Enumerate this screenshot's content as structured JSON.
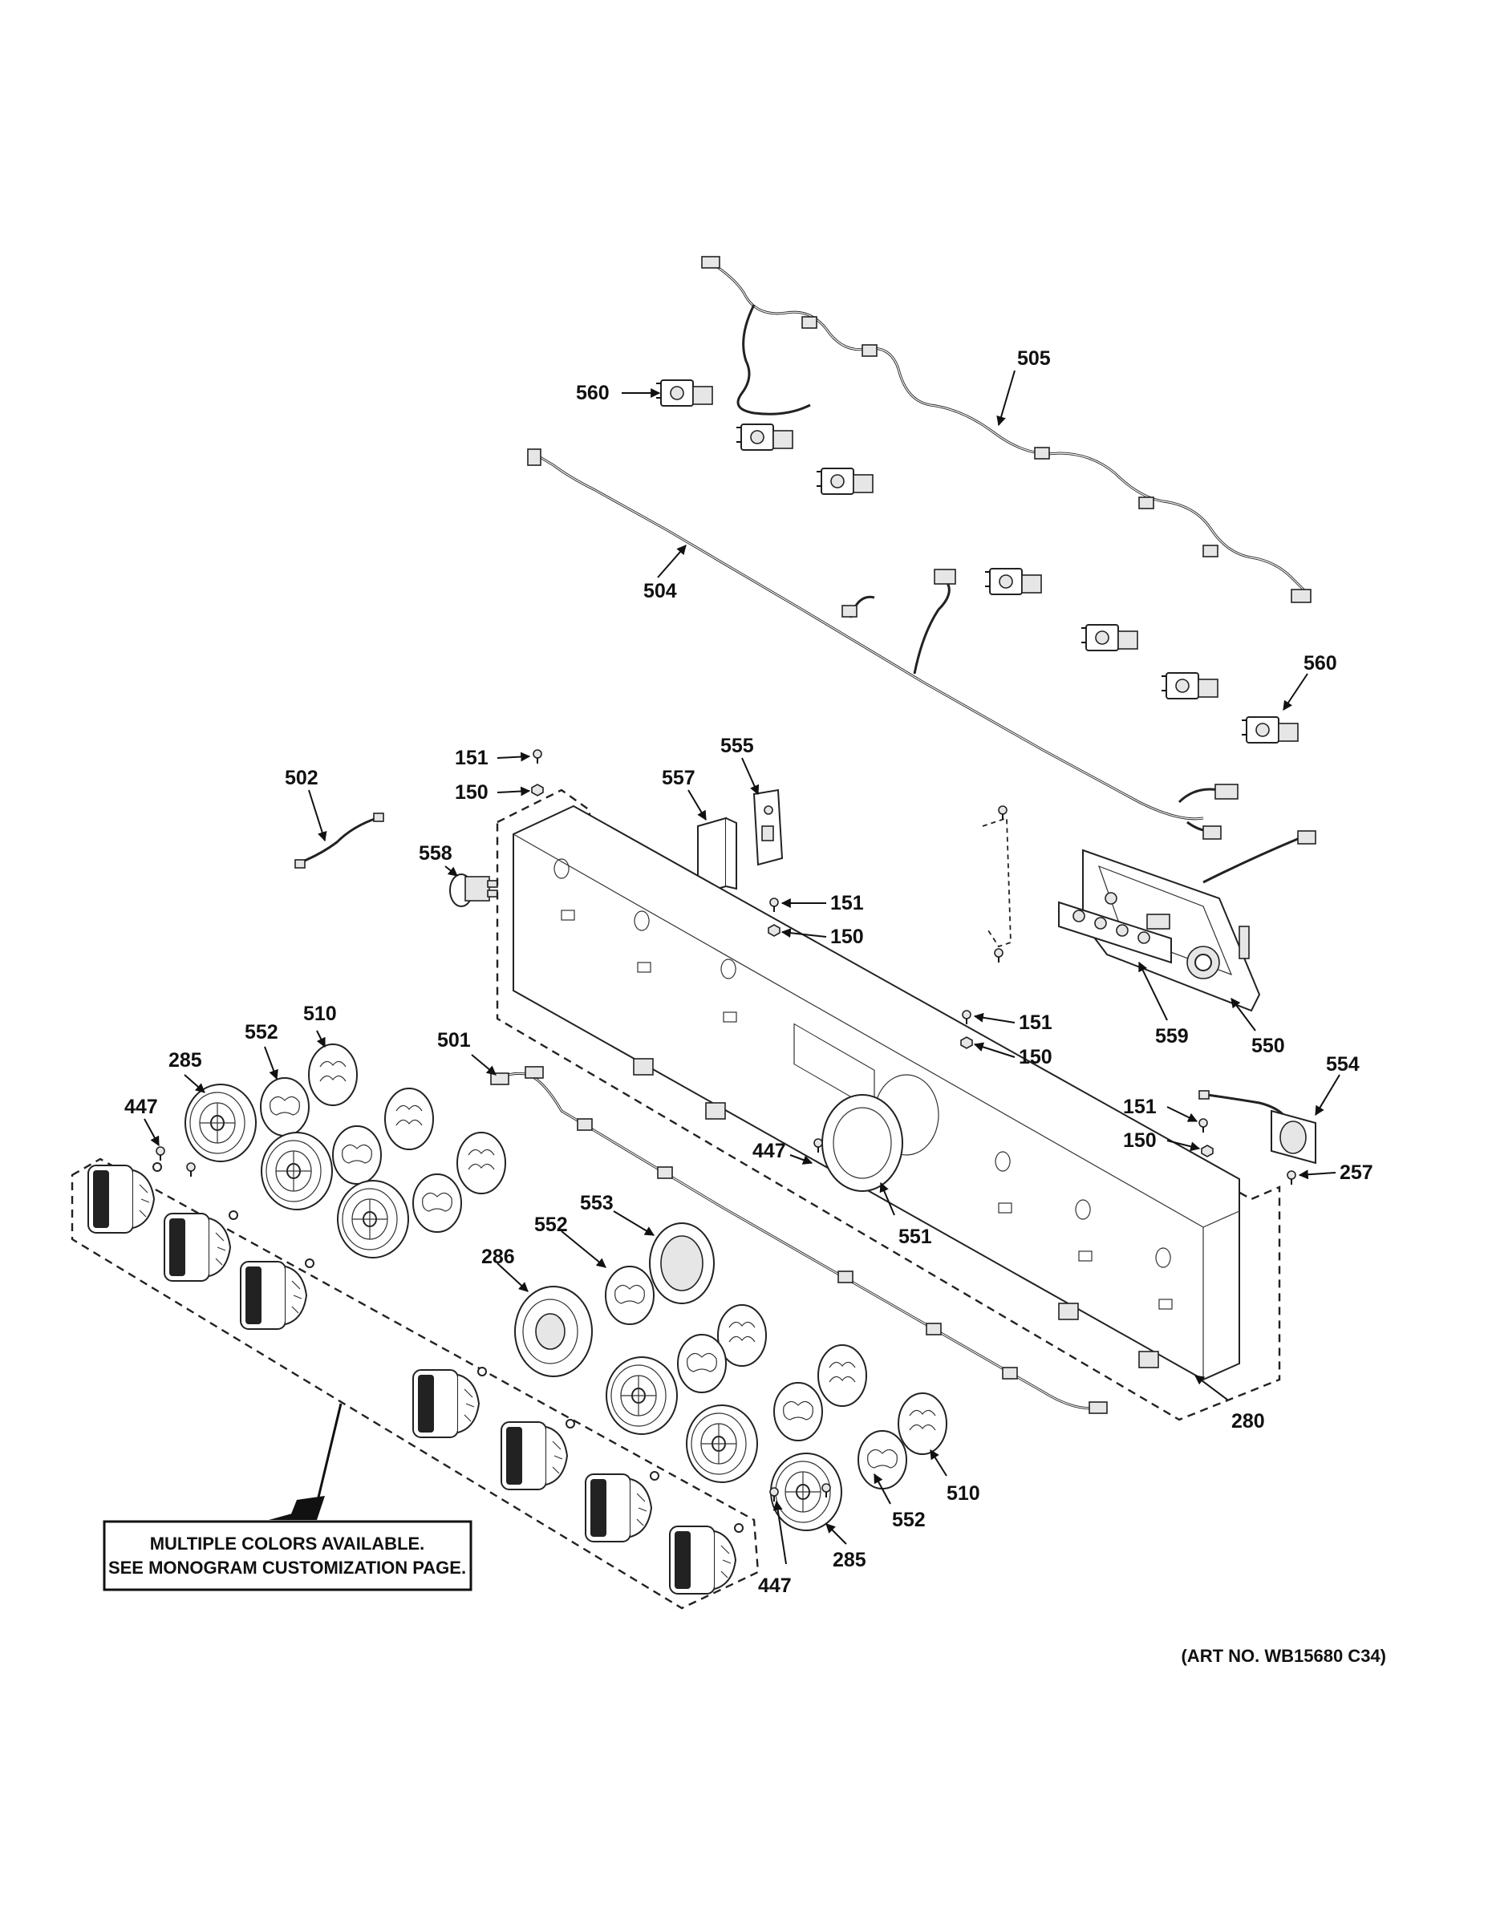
{
  "callouts": [
    {
      "id": "c505",
      "text": "505"
    },
    {
      "id": "c560a",
      "text": "560"
    },
    {
      "id": "c504",
      "text": "504"
    },
    {
      "id": "c560b",
      "text": "560"
    },
    {
      "id": "c151a",
      "text": "151"
    },
    {
      "id": "c150a",
      "text": "150"
    },
    {
      "id": "c502",
      "text": "502"
    },
    {
      "id": "c557",
      "text": "557"
    },
    {
      "id": "c555",
      "text": "555"
    },
    {
      "id": "c558",
      "text": "558"
    },
    {
      "id": "c151b",
      "text": "151"
    },
    {
      "id": "c150b",
      "text": "150"
    },
    {
      "id": "c151c",
      "text": "151"
    },
    {
      "id": "c150c",
      "text": "150"
    },
    {
      "id": "c559",
      "text": "559"
    },
    {
      "id": "c550",
      "text": "550"
    },
    {
      "id": "c554",
      "text": "554"
    },
    {
      "id": "c151d",
      "text": "151"
    },
    {
      "id": "c150d",
      "text": "150"
    },
    {
      "id": "c257",
      "text": "257"
    },
    {
      "id": "c510a",
      "text": "510"
    },
    {
      "id": "c552a",
      "text": "552"
    },
    {
      "id": "c285a",
      "text": "285"
    },
    {
      "id": "c501",
      "text": "501"
    },
    {
      "id": "c447a",
      "text": "447"
    },
    {
      "id": "c447b",
      "text": "447"
    },
    {
      "id": "c551",
      "text": "551"
    },
    {
      "id": "c553",
      "text": "553"
    },
    {
      "id": "c552b",
      "text": "552"
    },
    {
      "id": "c286",
      "text": "286"
    },
    {
      "id": "c280",
      "text": "280"
    },
    {
      "id": "c510b",
      "text": "510"
    },
    {
      "id": "c552c",
      "text": "552"
    },
    {
      "id": "c285b",
      "text": "285"
    },
    {
      "id": "c447c",
      "text": "447"
    }
  ],
  "note": {
    "line1": "MULTIPLE COLORS AVAILABLE.",
    "line2": "SEE MONOGRAM CUSTOMIZATION PAGE."
  },
  "art_number": "(ART NO. WB15680 C34)"
}
